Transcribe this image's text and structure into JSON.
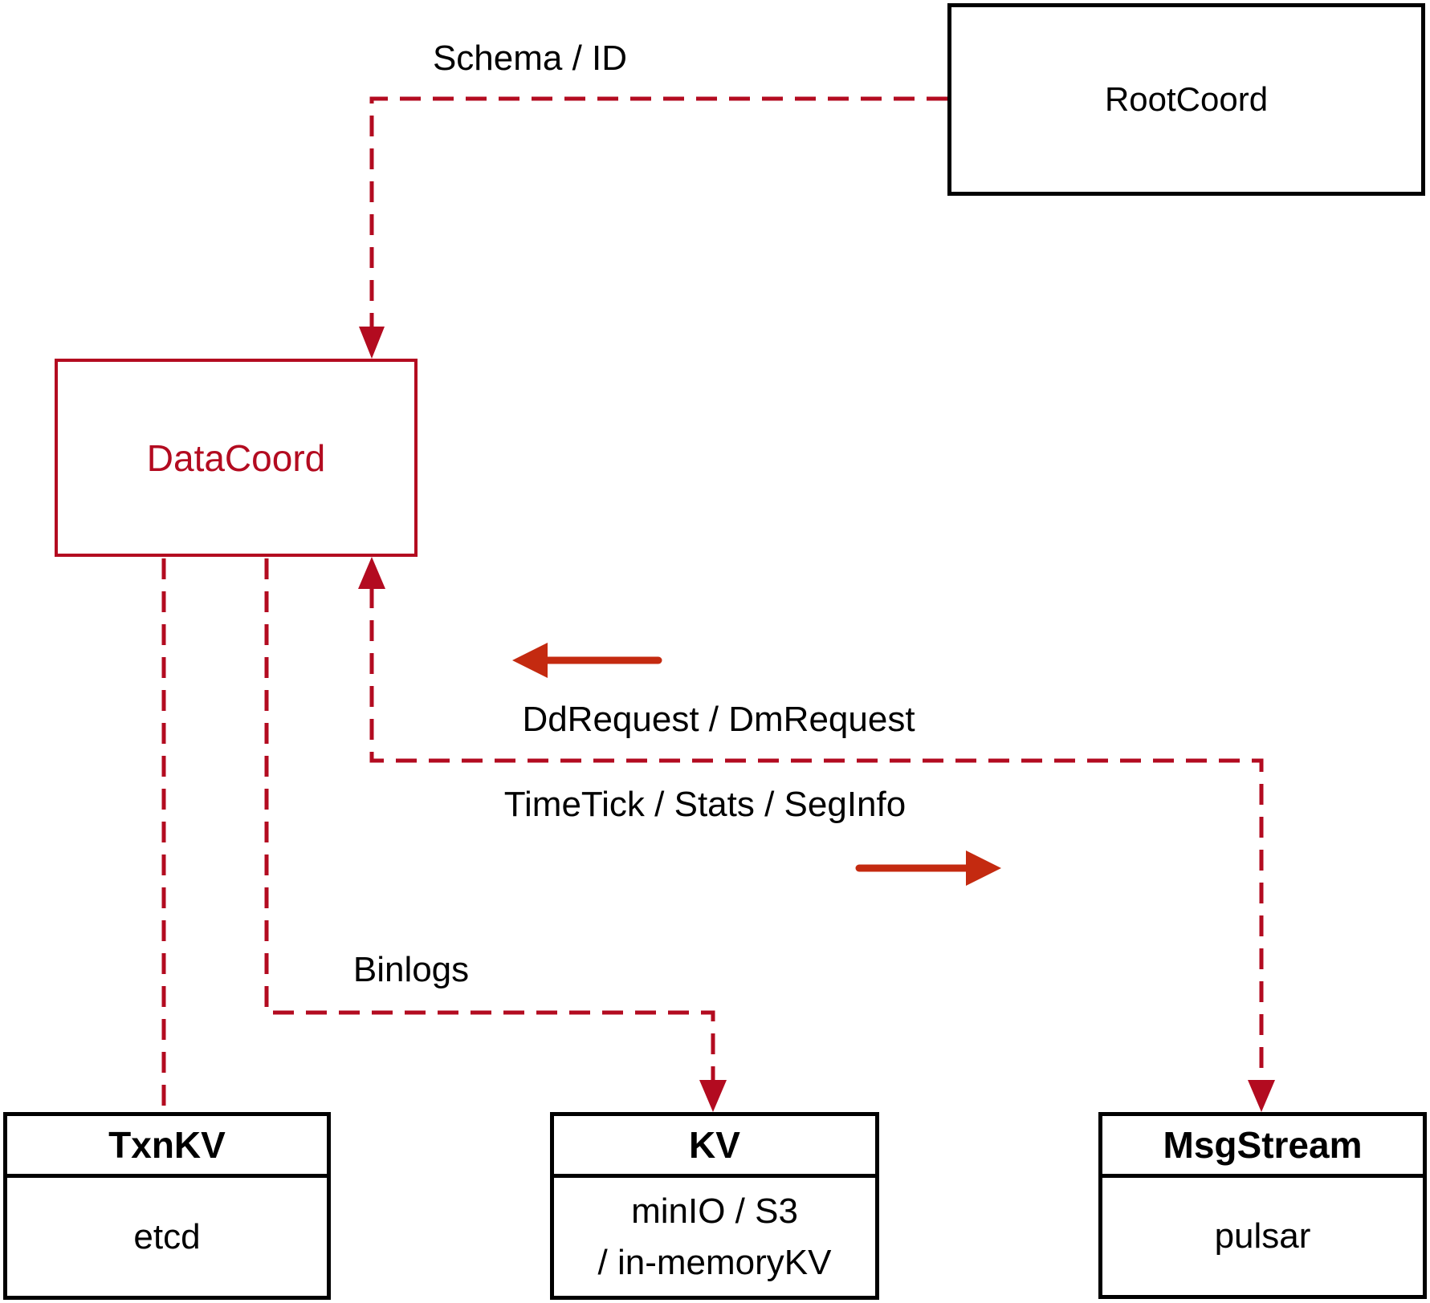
{
  "diagram": {
    "nodes": {
      "root_coord": {
        "label": "RootCoord"
      },
      "data_coord": {
        "label": "DataCoord"
      },
      "txn_kv": {
        "title": "TxnKV",
        "body": "etcd"
      },
      "kv": {
        "title": "KV",
        "body_line1": "minIO / S3",
        "body_line2": "/ in-memoryKV"
      },
      "msg_stream": {
        "title": "MsgStream",
        "body": "pulsar"
      }
    },
    "edge_labels": {
      "schema_id": "Schema / ID",
      "dd_request": "DdRequest / DmRequest",
      "time_tick": "TimeTick / Stats / SegInfo",
      "binlogs": "Binlogs"
    },
    "colors": {
      "dashed_line_red": "#b30b20",
      "solid_arrow_red": "#c42a10",
      "box_border_black": "#000000",
      "data_coord_red": "#b30b20",
      "label_text": "#000000",
      "background": "#ffffff"
    }
  }
}
